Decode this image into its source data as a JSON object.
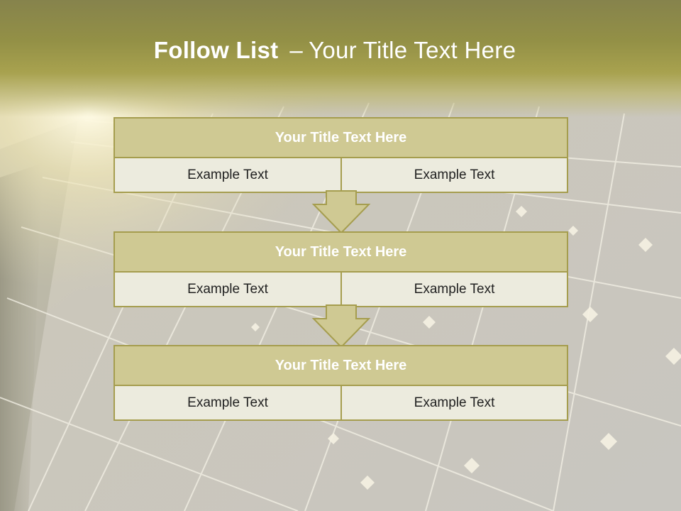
{
  "slide": {
    "title_main": "Follow List",
    "title_sep": "–",
    "title_sub": "Your Title Text Here"
  },
  "steps": [
    {
      "title": "Your Title Text Here",
      "left": "Example Text",
      "right": "Example Text"
    },
    {
      "title": "Your Title Text Here",
      "left": "Example Text",
      "right": "Example Text"
    },
    {
      "title": "Your Title Text Here",
      "left": "Example Text",
      "right": "Example Text"
    }
  ],
  "colors": {
    "header": "#939046",
    "title_fill": "#cfc993",
    "cell_fill": "#ecebde",
    "border": "#a59d4e",
    "title_text": "#ffffff",
    "cell_text": "#222222"
  },
  "icons": {
    "connector": "down-arrow-icon"
  }
}
